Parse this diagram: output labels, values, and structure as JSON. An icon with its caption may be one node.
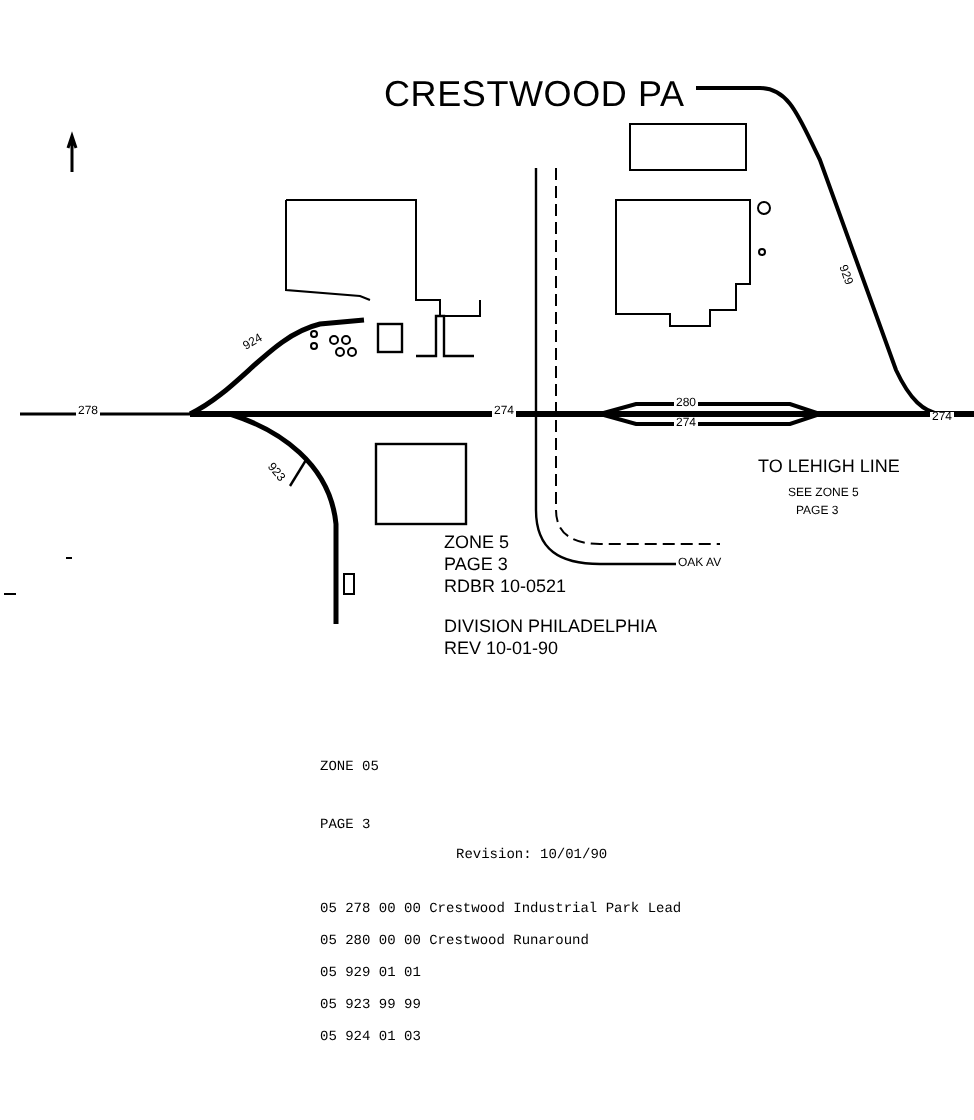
{
  "diagram": {
    "title": "CRESTWOOD PA",
    "labels": [
      "278",
      "924",
      "923",
      "274",
      "280",
      "274",
      "274",
      "929",
      "OAK AV",
      "TO LEHIGH LINE",
      "SEE ZONE 5",
      "PAGE 3",
      "ZONE 5",
      "PAGE 3",
      "RDBR 10-0521",
      "DIVISION PHILADELPHIA",
      "REV 10-01-90",
      "ZONE 05",
      "PAGE 3",
      "Revision: 10/01/90",
      "05 278 00 00 Crestwood Industrial Park Lead",
      "05 280 00 00 Crestwood Runaround",
      "05 929 01 01",
      "05 923 99 99",
      "05 924 01 03"
    ]
  }
}
